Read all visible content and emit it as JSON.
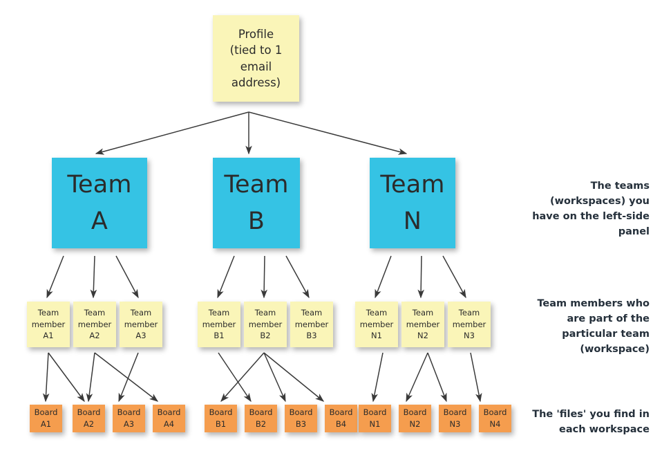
{
  "diagram": {
    "title_node": {
      "id": "profile",
      "label": "Profile (tied to 1 email address)",
      "color": "#faf5b8"
    },
    "teams": [
      {
        "id": "team-a",
        "line1": "Team",
        "line2": "A",
        "color": "#35c3e4"
      },
      {
        "id": "team-b",
        "line1": "Team",
        "line2": "B",
        "color": "#35c3e4"
      },
      {
        "id": "team-n",
        "line1": "Team",
        "line2": "N",
        "color": "#35c3e4"
      }
    ],
    "members": [
      {
        "id": "member-a1",
        "line1": "Team",
        "line2": "member",
        "line3": "A1",
        "color": "#faf5b8"
      },
      {
        "id": "member-a2",
        "line1": "Team",
        "line2": "member",
        "line3": "A2",
        "color": "#faf5b8"
      },
      {
        "id": "member-a3",
        "line1": "Team",
        "line2": "member",
        "line3": "A3",
        "color": "#faf5b8"
      },
      {
        "id": "member-b1",
        "line1": "Team",
        "line2": "member",
        "line3": "B1",
        "color": "#faf5b8"
      },
      {
        "id": "member-b2",
        "line1": "Team",
        "line2": "member",
        "line3": "B2",
        "color": "#faf5b8"
      },
      {
        "id": "member-b3",
        "line1": "Team",
        "line2": "member",
        "line3": "B3",
        "color": "#faf5b8"
      },
      {
        "id": "member-n1",
        "line1": "Team",
        "line2": "member",
        "line3": "N1",
        "color": "#faf5b8"
      },
      {
        "id": "member-n2",
        "line1": "Team",
        "line2": "member",
        "line3": "N2",
        "color": "#faf5b8"
      },
      {
        "id": "member-n3",
        "line1": "Team",
        "line2": "member",
        "line3": "N3",
        "color": "#faf5b8"
      }
    ],
    "boards": [
      {
        "id": "board-a1",
        "line1": "Board",
        "line2": "A1",
        "color": "#f59d4e"
      },
      {
        "id": "board-a2",
        "line1": "Board",
        "line2": "A2",
        "color": "#f59d4e"
      },
      {
        "id": "board-a3",
        "line1": "Board",
        "line2": "A3",
        "color": "#f59d4e"
      },
      {
        "id": "board-a4",
        "line1": "Board",
        "line2": "A4",
        "color": "#f59d4e"
      },
      {
        "id": "board-b1",
        "line1": "Board",
        "line2": "B1",
        "color": "#f59d4e"
      },
      {
        "id": "board-b2",
        "line1": "Board",
        "line2": "B2",
        "color": "#f59d4e"
      },
      {
        "id": "board-b3",
        "line1": "Board",
        "line2": "B3",
        "color": "#f59d4e"
      },
      {
        "id": "board-b4",
        "line1": "Board",
        "line2": "B4",
        "color": "#f59d4e"
      },
      {
        "id": "board-n1",
        "line1": "Board",
        "line2": "N1",
        "color": "#f59d4e"
      },
      {
        "id": "board-n2",
        "line1": "Board",
        "line2": "N2",
        "color": "#f59d4e"
      },
      {
        "id": "board-n3",
        "line1": "Board",
        "line2": "N3",
        "color": "#f59d4e"
      },
      {
        "id": "board-n4",
        "line1": "Board",
        "line2": "N4",
        "color": "#f59d4e"
      }
    ],
    "annotations": [
      {
        "id": "annotation-teams",
        "text": "The teams (workspaces) you have on the left-side panel"
      },
      {
        "id": "annotation-members",
        "text": "Team members who are part of the particular team (workspace)"
      },
      {
        "id": "annotation-boards",
        "text": "The 'files' you find in each workspace"
      }
    ],
    "edge_color": "#3a3a3a"
  }
}
